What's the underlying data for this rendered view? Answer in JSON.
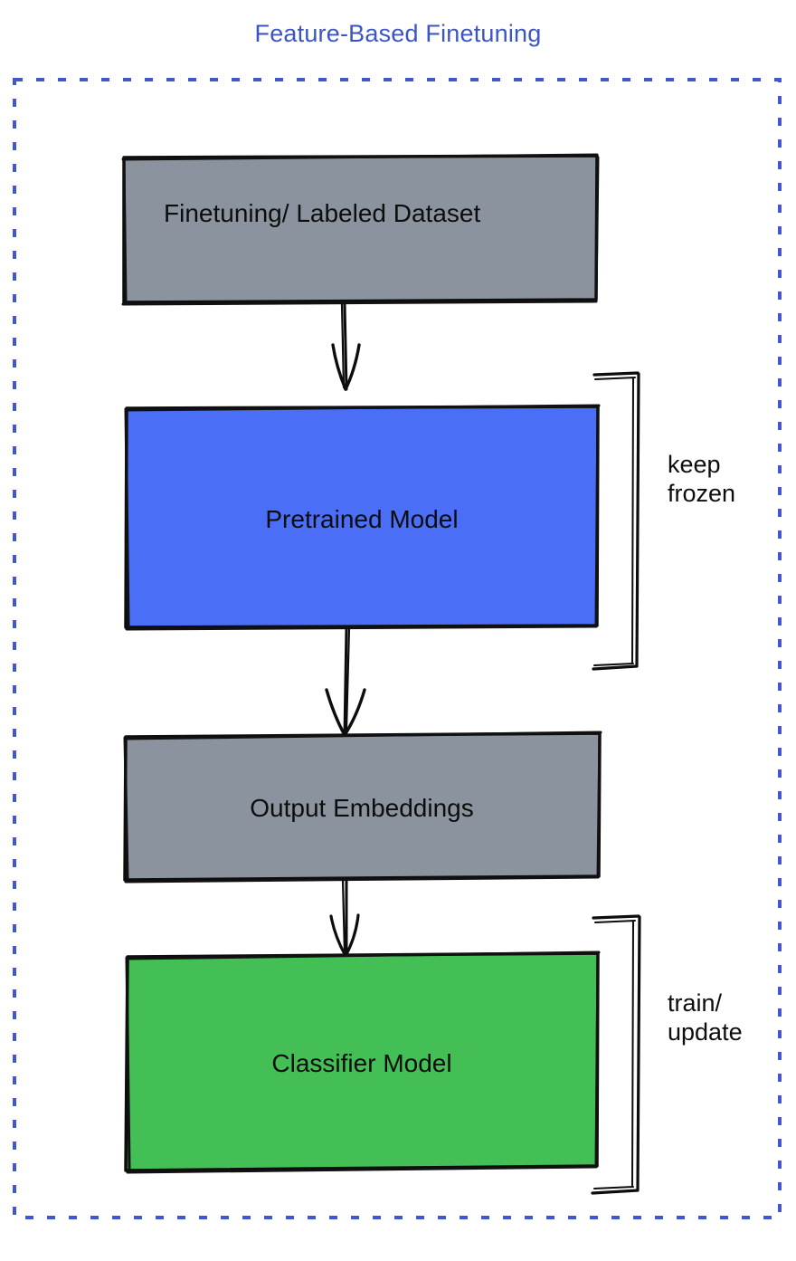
{
  "title": "Feature-Based Finetuning",
  "colors": {
    "title": "#3b55c4",
    "dashed_border": "#4058c8",
    "gray_fill": "#8b949e",
    "blue_fill": "#4a6ef5",
    "green_fill": "#44bf55",
    "stroke": "#0d0d0d",
    "text": "#0d0d0d",
    "background": "#ffffff"
  },
  "nodes": [
    {
      "id": "dataset",
      "label": "Finetuning/ Labeled Dataset",
      "fill": "gray_fill"
    },
    {
      "id": "pretrained",
      "label": "Pretrained Model",
      "fill": "blue_fill"
    },
    {
      "id": "embeddings",
      "label": "Output Embeddings",
      "fill": "gray_fill"
    },
    {
      "id": "classifier",
      "label": "Classifier Model",
      "fill": "green_fill"
    }
  ],
  "annotations": [
    {
      "id": "keep-frozen",
      "label": "keep\nfrozen",
      "target": "pretrained"
    },
    {
      "id": "train-update",
      "label": "train/\nupdate",
      "target": "classifier"
    }
  ],
  "flow": [
    {
      "from": "dataset",
      "to": "pretrained"
    },
    {
      "from": "pretrained",
      "to": "embeddings"
    },
    {
      "from": "embeddings",
      "to": "classifier"
    }
  ]
}
